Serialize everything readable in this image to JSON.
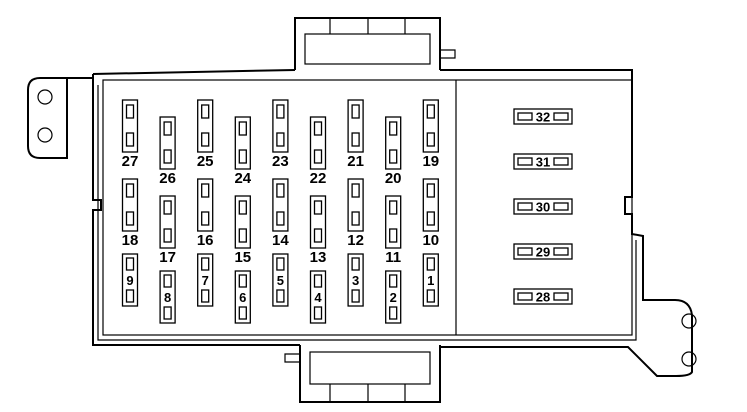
{
  "diagram": {
    "type": "fuse-panel",
    "vertical_fuses": {
      "top_row": [
        "27",
        "26",
        "25",
        "24",
        "23",
        "22",
        "21",
        "20",
        "19"
      ],
      "middle_row": [
        "18",
        "17",
        "16",
        "15",
        "14",
        "13",
        "12",
        "11",
        "10"
      ],
      "bottom_row": [
        "9",
        "8",
        "7",
        "6",
        "5",
        "4",
        "3",
        "2",
        "1"
      ]
    },
    "horizontal_fuses": [
      "32",
      "31",
      "30",
      "29",
      "28"
    ]
  }
}
